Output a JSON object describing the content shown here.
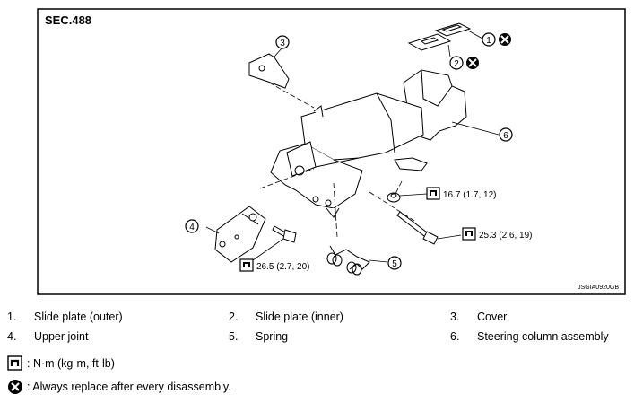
{
  "figure": {
    "section": "SEC.488",
    "code": "JSGIA0920GB",
    "callouts": [
      {
        "num": "1",
        "replace": true
      },
      {
        "num": "2",
        "replace": true
      },
      {
        "num": "3",
        "replace": false
      },
      {
        "num": "4",
        "replace": false
      },
      {
        "num": "5",
        "replace": false
      },
      {
        "num": "6",
        "replace": false
      }
    ],
    "torques": [
      "16.7 (1.7, 12)",
      "25.3 (2.6, 19)",
      "26.5 (2.7, 20)"
    ]
  },
  "legend": {
    "parts": [
      {
        "num": "1.",
        "label": "Slide plate (outer)"
      },
      {
        "num": "2.",
        "label": "Slide plate (inner)"
      },
      {
        "num": "3.",
        "label": "Cover"
      },
      {
        "num": "4.",
        "label": "Upper joint"
      },
      {
        "num": "5.",
        "label": "Spring"
      },
      {
        "num": "6.",
        "label": "Steering column assembly"
      }
    ],
    "torque_unit": ": N·m (kg-m, ft-lb)",
    "replace_note": ": Always replace after every disassembly."
  },
  "icons": {
    "torque": "torque-wrench-icon",
    "replace": "always-replace-icon"
  }
}
